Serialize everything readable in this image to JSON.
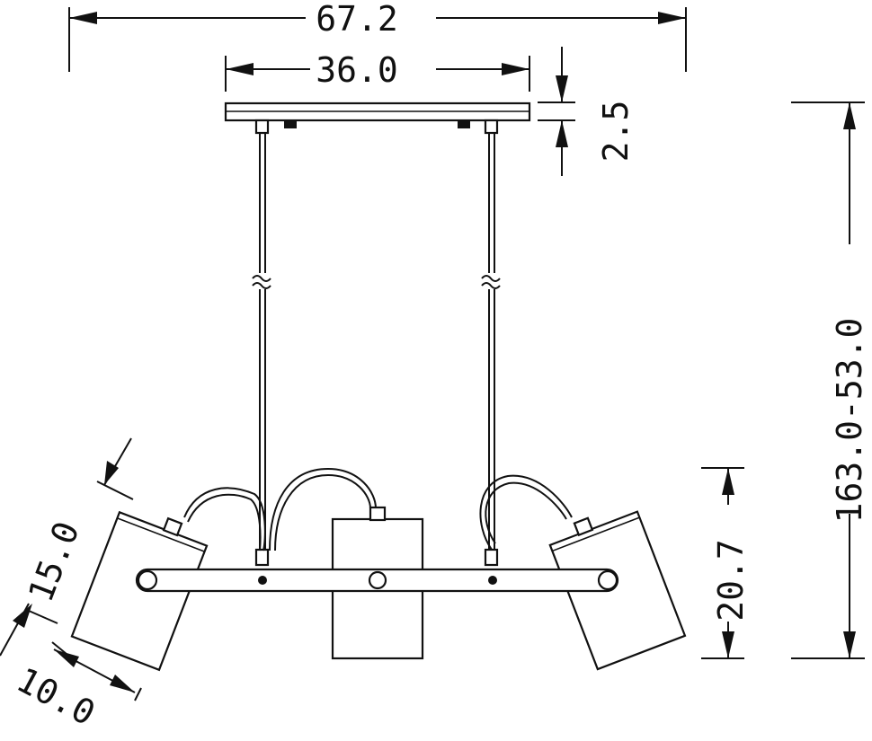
{
  "dimensions": {
    "overall_width": "67.2",
    "canopy_width": "36.0",
    "canopy_height": "2.5",
    "total_height": "163.0-53.0",
    "body_height": "20.7",
    "shade_length": "15.0",
    "shade_diameter": "10.0"
  }
}
